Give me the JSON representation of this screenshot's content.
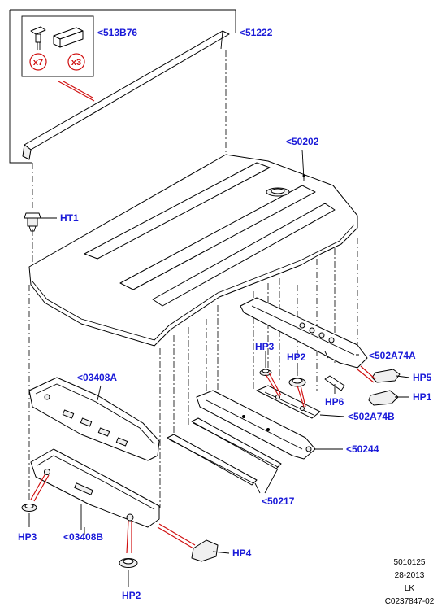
{
  "colors": {
    "label": "#1a1ad8",
    "callout": "#d01010",
    "line": "#000000"
  },
  "labels": {
    "p513B76": "<513B76",
    "p51222": "<51222",
    "p50202": "<50202",
    "ht1": "HT1",
    "hp3_top": "HP3",
    "hp2_top": "HP2",
    "p502A74A": "<502A74A",
    "hp5": "HP5",
    "hp1": "HP1",
    "hp6": "HP6",
    "p502A74B": "<502A74B",
    "p03408A": "<03408A",
    "p50244": "<50244",
    "p50217": "<50217",
    "hp3_bottom": "HP3",
    "p03408B": "<03408B",
    "hp4": "HP4",
    "hp2_bottom": "HP2"
  },
  "quantities": {
    "clip": "x7",
    "pad": "x3"
  },
  "reference": {
    "line1": "5010125",
    "line2": "28-2013",
    "line3": "LK",
    "line4": "C0237847-02"
  }
}
